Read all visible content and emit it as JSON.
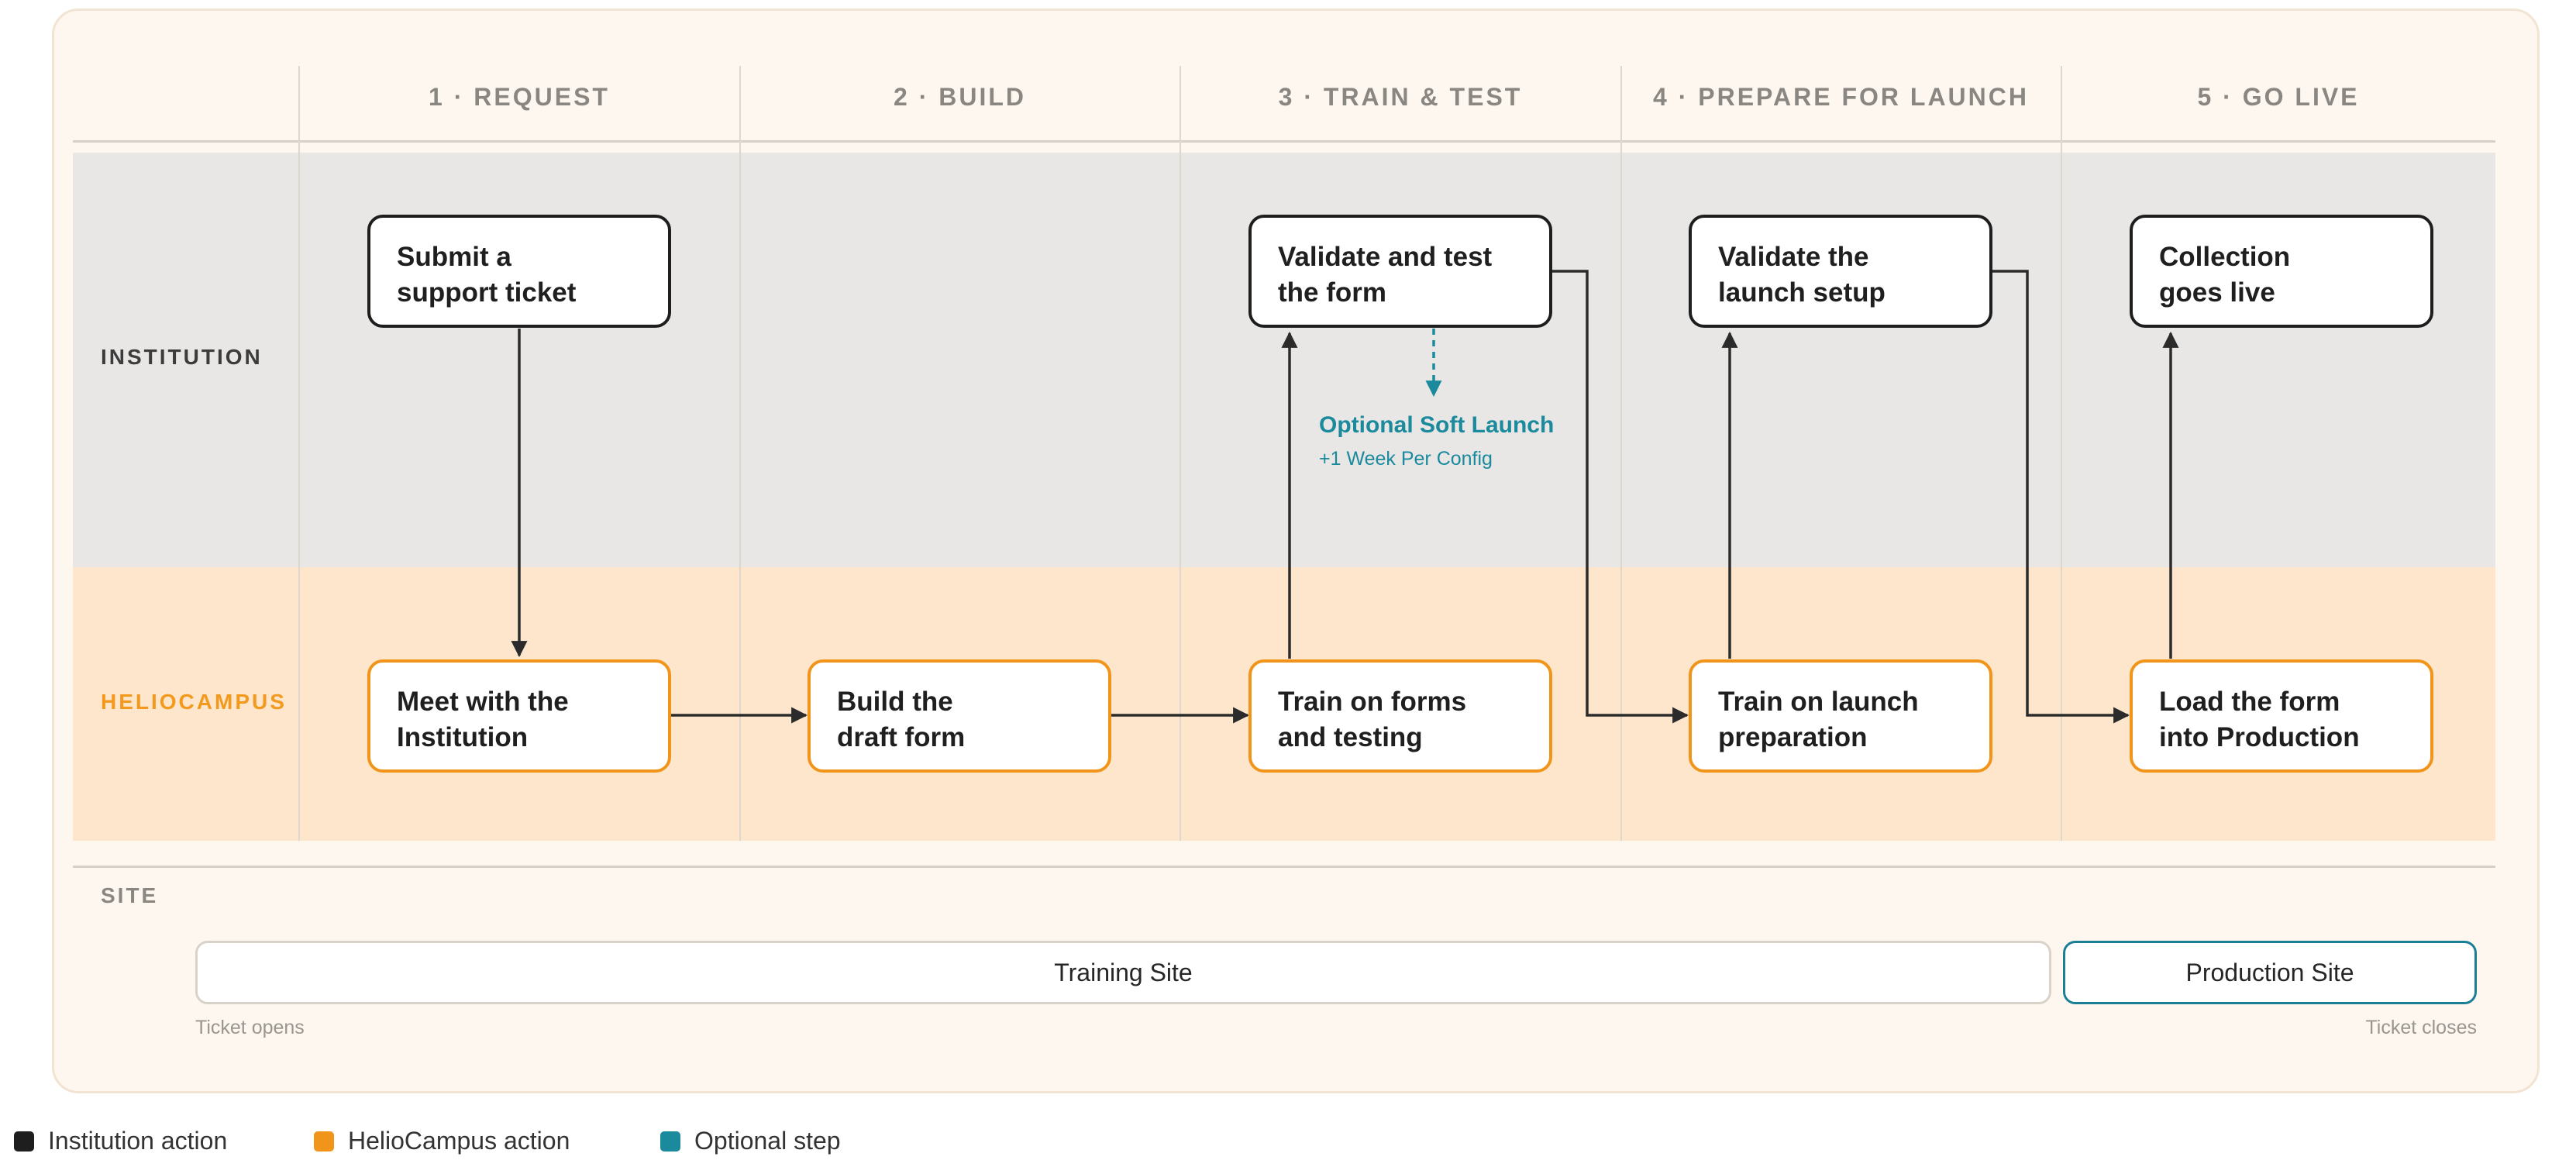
{
  "phases": [
    {
      "label": "1 · REQUEST"
    },
    {
      "label": "2 · BUILD"
    },
    {
      "label": "3 · TRAIN & TEST"
    },
    {
      "label": "4 · PREPARE FOR LAUNCH"
    },
    {
      "label": "5 · GO LIVE"
    }
  ],
  "lanes": {
    "institution": "INSTITUTION",
    "heliocampus": "HELIOCAMPUS",
    "site": "SITE"
  },
  "institution_steps": [
    {
      "line1": "Submit a",
      "line2": "support ticket"
    },
    {
      "line1": "Validate and test",
      "line2": "the form"
    },
    {
      "line1": "Validate the",
      "line2": "launch setup"
    },
    {
      "line1": "Collection",
      "line2": "goes live"
    }
  ],
  "heliocampus_steps": [
    {
      "line1": "Meet with the",
      "line2": "Institution"
    },
    {
      "line1": "Build the",
      "line2": "draft form"
    },
    {
      "line1": "Train on forms",
      "line2": "and testing"
    },
    {
      "line1": "Train on launch",
      "line2": "preparation"
    },
    {
      "line1": "Load the form",
      "line2": "into Production"
    }
  ],
  "optional_step": {
    "title": "Optional Soft Launch",
    "subtitle": "+1 Week Per Config"
  },
  "site": {
    "training": "Training Site",
    "production": "Production Site",
    "ticket_opens": "Ticket opens",
    "ticket_closes": "Ticket closes"
  },
  "legend": [
    {
      "label": "Institution action",
      "color": "#1e1e1e"
    },
    {
      "label": "HelioCampus action",
      "color": "#f0951a"
    },
    {
      "label": "Optional step",
      "color": "#1a8a9c"
    }
  ],
  "colors": {
    "institution": "#1e1e1e",
    "heliocampus": "#f0951a",
    "optional": "#1a8a9c",
    "production": "#1a7f94"
  }
}
